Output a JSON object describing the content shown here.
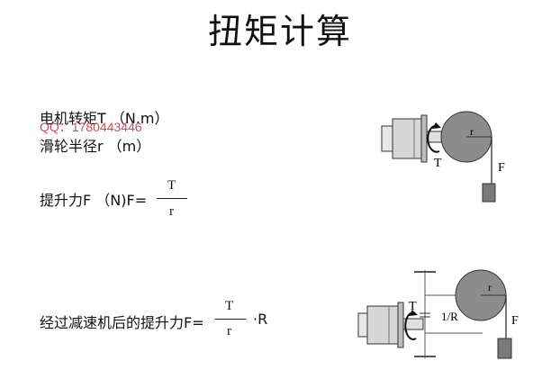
{
  "title": "扭矩计算",
  "motor_torque_label": "电机转矩T （N.m）",
  "watermark": "QQ：1780443446",
  "pulley_radius_label": "滑轮半径r （m）",
  "lift_force_prefix": "提升力F （N)F=",
  "formula1": {
    "numerator": "T",
    "denominator": "r"
  },
  "reduced_lift_prefix": "经过减速机后的提升力F=",
  "formula2": {
    "numerator": "T",
    "denominator": "r",
    "suffix": "·R"
  },
  "diagram1": {
    "radius_label": "r",
    "torque_label": "T",
    "force_label": "F"
  },
  "diagram2": {
    "radius_label": "r",
    "torque_label": "T",
    "ratio_label": "1/R",
    "force_label": "F"
  },
  "colors": {
    "pulley_fill": "#8c8c8c",
    "motor_fill": "#d6d6d6",
    "weight_fill": "#7a7a7a",
    "watermark": "#e0484f"
  }
}
